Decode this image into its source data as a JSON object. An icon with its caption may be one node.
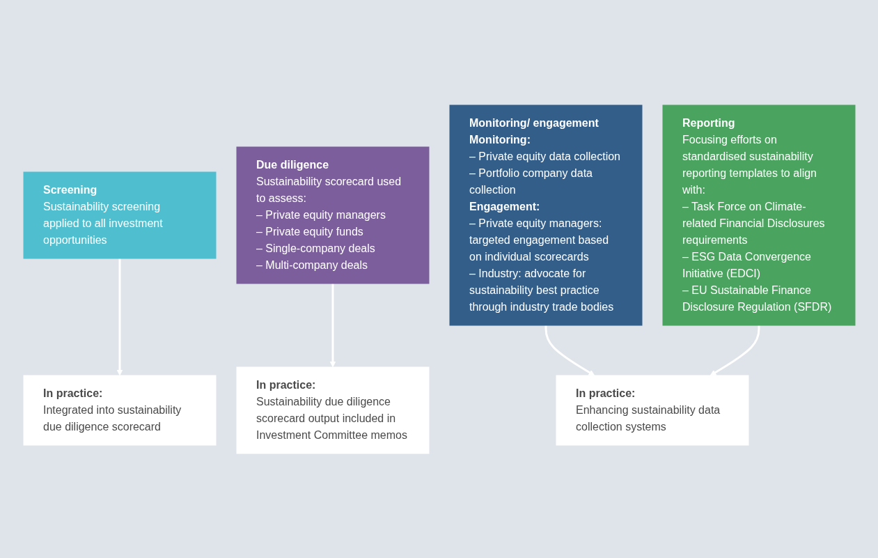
{
  "diagram": {
    "nodes": [
      {
        "text": [
          "Screening",
          "Sustainability screening applied to all investment opportunities"
        ]
      },
      {
        "text": [
          "Due diligence",
          "Sustainability scorecard used to assess:",
          "– Private equity managers",
          "– Private equity funds",
          "– Single-company deals",
          "– Multi-company deals"
        ]
      },
      {
        "text": [
          "Monitoring/ engagement",
          "Monitoring:",
          "– Private equity data collection",
          "– Portfolio company data collection",
          "Engagement:",
          "– Private equity managers: targeted engagement based on individual scorecards",
          "– Industry: advocate for sustainability best practice through industry trade bodies"
        ]
      },
      {
        "text": [
          "Reporting",
          "Focusing efforts on standardised sustainability reporting templates to align with:",
          "– Task Force on Climate-related Financial Disclosures requirements",
          "– ESG Data Convergence Initiative (EDCI)",
          "– EU Sustainable Finance Disclosure Regulation (SFDR)"
        ]
      },
      {
        "text": [
          "In practice:",
          "Integrated into sustainability due diligence scorecard"
        ]
      },
      {
        "text": [
          "In practice:",
          "Sustainability due diligence scorecard output included in Investment Committee memos"
        ]
      },
      {
        "text": [
          "In practice:",
          "Enhancing sustainability data collection systems"
        ]
      }
    ],
    "edges": [
      {
        "from": 0,
        "to": 4,
        "arrow": "to"
      },
      {
        "from": 1,
        "to": 5,
        "arrow": "to"
      },
      {
        "from": 2,
        "to": 6,
        "arrow": "to"
      },
      {
        "from": 3,
        "to": 6,
        "arrow": "to"
      }
    ]
  }
}
